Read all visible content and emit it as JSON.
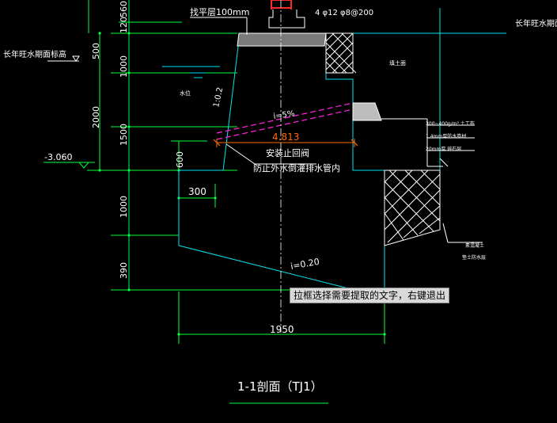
{
  "dims_left": [
    "560",
    "120",
    "500",
    "1000",
    "2000",
    "1500",
    "600",
    "1000",
    "390"
  ],
  "labels": {
    "top_note": "找平层100mm",
    "rebar": "4 φ12  φ8@200",
    "water_level_right": "长年旺水期面",
    "water_level_left": "长年旺水期面标高",
    "elev": "-3.060",
    "slope_label": "i=5%",
    "pipe_length": "4.813",
    "install_valve": "安装止回阀",
    "anti_pipe": "防止外水倒灌排水管内",
    "dim_300": "300",
    "dim_600": "600",
    "slope_020": "i=0.20",
    "dim_1950": "1950",
    "backfill": "填土面",
    "layer1": "300~400g/m² 土工布",
    "layer2": "1.4mm厚防水卷材",
    "layer3": "20mm厚 碎石层",
    "concrete1": "素混凝土",
    "concrete2": "垫土防水层",
    "small_water": "水位",
    "wall_slope": "1:0.2"
  },
  "tooltip": "拉框选择需要提取的文字，右键退出",
  "section_title": "1-1剖面（TJ1）",
  "colors": {
    "green": "#00ff3c",
    "cyan": "#00e5ee",
    "white": "#ffffff",
    "orange": "#ff6a00",
    "magenta": "#ff22dd",
    "red": "#ff2a2a",
    "yellow": "#ffe600"
  }
}
